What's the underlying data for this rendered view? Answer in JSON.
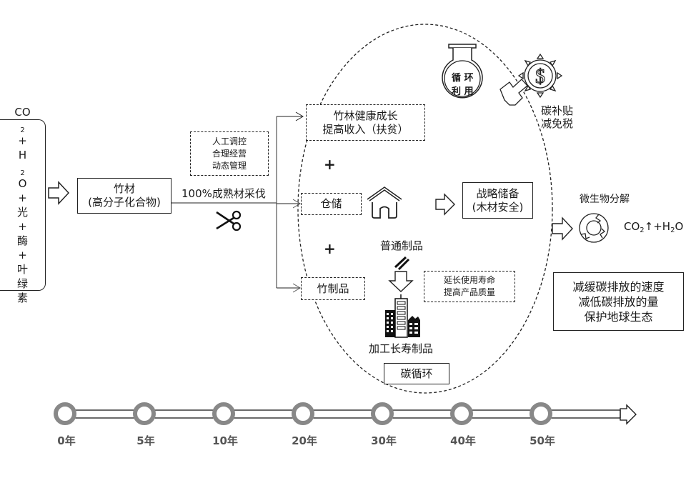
{
  "input": {
    "items": [
      "CO",
      "+",
      "H",
      "+",
      "光",
      "+",
      "酶",
      "+",
      "叶",
      "绿",
      "素"
    ],
    "co2": {
      "base": "CO",
      "sub": "2"
    },
    "h2o": {
      "base": "H",
      "sub": "2",
      "tail": "O"
    }
  },
  "bamboo_material": {
    "line1": "竹材",
    "line2": "(高分子化合物)"
  },
  "management": {
    "lines": [
      "人工调控",
      "合理经营",
      "动态管理"
    ]
  },
  "harvest_label": "100%成熟材采伐",
  "branches": {
    "forest": {
      "line1": "竹林健康成长",
      "line2": "提高收入（扶贫）"
    },
    "storage": {
      "label": "仓储"
    },
    "products": {
      "label": "竹制品"
    },
    "plus": "+"
  },
  "strategic_reserve": {
    "line1": "战略储备",
    "line2": "(木材安全)"
  },
  "recycle_flask": {
    "line1": "循 环",
    "line2": "利 用"
  },
  "subsidy": {
    "line1": "碳补贴",
    "line2": "减免税"
  },
  "ordinary_products": "普通制品",
  "longevity_note": {
    "line1": "延长使用寿命",
    "line2": "提高产品质量"
  },
  "long_life_products": "加工长寿制品",
  "carbon_cycle": "碳循环",
  "decomposition": {
    "label": "微生物分解",
    "result": {
      "co": "CO",
      "sub1": "2",
      "arrow": "↑+H",
      "sub2": "2",
      "o": "O"
    }
  },
  "benefits": {
    "lines": [
      "减缓碳排放的速度",
      "减低碳排放的量",
      "保护地球生态"
    ]
  },
  "timeline": {
    "points": [
      "0年",
      "5年",
      "10年",
      "20年",
      "30年",
      "40年",
      "50年"
    ],
    "color": "#888888"
  }
}
